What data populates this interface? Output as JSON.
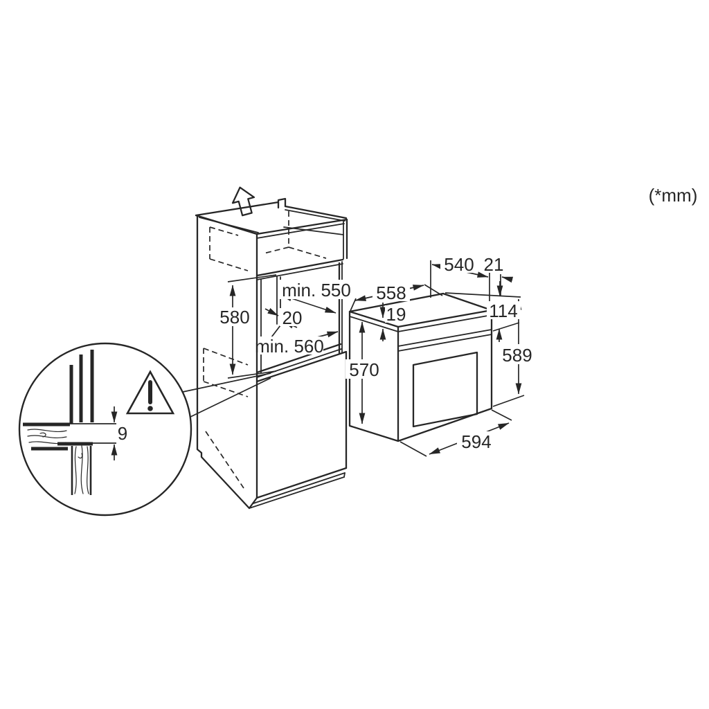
{
  "units_note": "(*mm)",
  "cabinet": {
    "niche_height": "580",
    "niche_depth": "min. 550",
    "rear_gap": "20",
    "niche_width": "min. 560"
  },
  "oven": {
    "rear_width": "558",
    "top_depth": "540",
    "front_clearance": "21",
    "top_lip": "19",
    "control_panel_height": "114",
    "body_height": "570",
    "overall_height": "589",
    "overall_width": "594"
  },
  "detail": {
    "bottom_gap": "9"
  },
  "colors": {
    "line": "#262626",
    "background": "#ffffff"
  }
}
